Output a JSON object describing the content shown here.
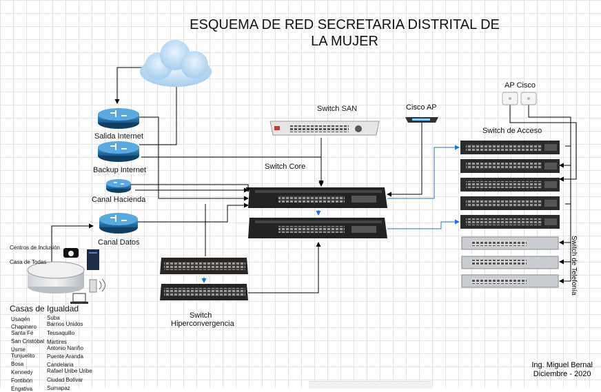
{
  "title_line1": "ESQUEMA DE RED SECRETARIA DISTRITAL DE",
  "title_line2": "LA MUJER",
  "labels": {
    "salida_internet": "Salida Internet",
    "backup_internet": "Backup Internet",
    "canal_hacienda": "Canal Hacienda",
    "canal_datos": "Canal Datos",
    "switch_san": "Switch SAN",
    "switch_core": "Switch Core",
    "cisco_ap": "Cisco AP",
    "ap_cisco": "AP Cisco",
    "switch_acceso": "Switch de Acceso",
    "switch_telefonia": "Switch de Telefonía",
    "switch_hiper_1": "Switch",
    "switch_hiper_2": "Hiperconvergencia",
    "centros_inclusion": "Centros de Inclusión",
    "casa_todas": "Casa de Todas",
    "casas_igualdad": "Casas de Igualdad"
  },
  "localidades_col1": [
    "Usaqén",
    "Chapinero",
    "Santa Fé",
    "San Cristóbal",
    "Usme",
    "Tunjuelito",
    "Bosa",
    "Kennedy",
    "Fontibón",
    "Engativa"
  ],
  "localidades_col2": [
    "Suba",
    "Barrios Unidos",
    "Teusaquillo",
    "Martires",
    "Antonio Nariño",
    "Puente Aranda",
    "Candelaria",
    "Rafael Uribe Uribe",
    "Ciudad Bolívar",
    "Sumapaz"
  ],
  "signature_name": "Ing. Miguel Bernal",
  "signature_date": "Diciembre - 2020",
  "colors": {
    "router": "#1f6fa6",
    "switch": "#2b2b2b",
    "link": "#1e6fd9",
    "line": "#000000"
  },
  "icons": [
    "cloud-icon",
    "router-icon",
    "switch-icon",
    "access-point-icon",
    "telephone-icon",
    "server-icon",
    "wireless-icon",
    "laptop-icon",
    "database-icon"
  ]
}
